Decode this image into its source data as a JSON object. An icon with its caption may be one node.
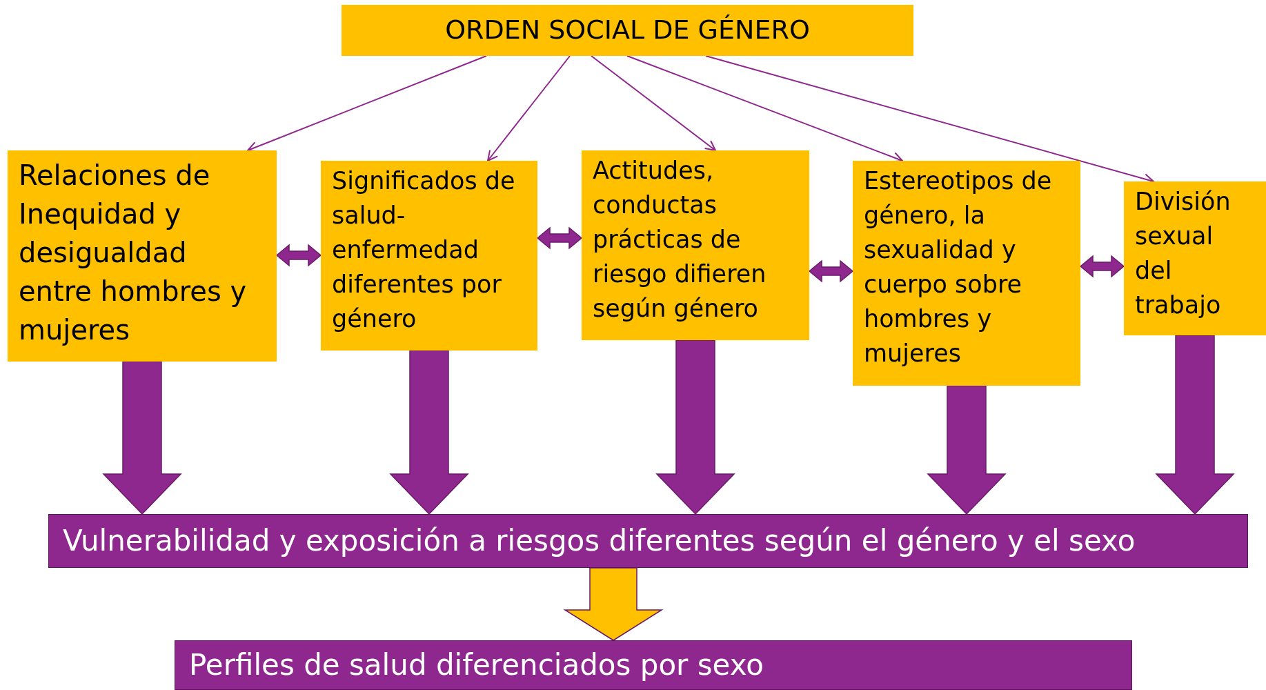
{
  "diagram": {
    "nodes": [
      {
        "text": [
          "ORDEN SOCIAL DE GÉNERO"
        ]
      },
      {
        "text": [
          "Relaciones de Inequidad y desigualdad entre hombres y mujeres"
        ]
      },
      {
        "text": [
          "Significados de salud-enfermedad diferentes por género"
        ]
      },
      {
        "text": [
          "Actitudes, conductas prácticas de riesgo difieren según género"
        ]
      },
      {
        "text": [
          "Estereotipos de género, la sexualidad y cuerpo sobre hombres y mujeres"
        ]
      },
      {
        "text": [
          "División sexual del trabajo"
        ]
      },
      {
        "text": [
          "Vulnerabilidad y exposición a riesgos diferentes según el género y el sexo"
        ]
      },
      {
        "text": [
          "Perfiles de salud diferenciados por sexo"
        ]
      }
    ],
    "edges": [
      {
        "from": 0,
        "to": 1,
        "arrow": "to"
      },
      {
        "from": 0,
        "to": 2,
        "arrow": "to"
      },
      {
        "from": 0,
        "to": 3,
        "arrow": "to"
      },
      {
        "from": 0,
        "to": 4,
        "arrow": "to"
      },
      {
        "from": 0,
        "to": 5,
        "arrow": "to"
      },
      {
        "from": 1,
        "to": 2,
        "arrow": "both",
        "style": "thick"
      },
      {
        "from": 2,
        "to": 3,
        "arrow": "both",
        "style": "thick"
      },
      {
        "from": 3,
        "to": 4,
        "arrow": "both",
        "style": "thick"
      },
      {
        "from": 4,
        "to": 5,
        "arrow": "both",
        "style": "thick"
      },
      {
        "from": 1,
        "to": 6,
        "arrow": "to",
        "style": "thick"
      },
      {
        "from": 2,
        "to": 6,
        "arrow": "to",
        "style": "thick"
      },
      {
        "from": 3,
        "to": 6,
        "arrow": "to",
        "style": "thick"
      },
      {
        "from": 4,
        "to": 6,
        "arrow": "to",
        "style": "thick"
      },
      {
        "from": 5,
        "to": 6,
        "arrow": "to",
        "style": "thick"
      },
      {
        "from": 6,
        "to": 7,
        "arrow": "to",
        "style": "thick",
        "color": "#ffc000"
      }
    ]
  }
}
